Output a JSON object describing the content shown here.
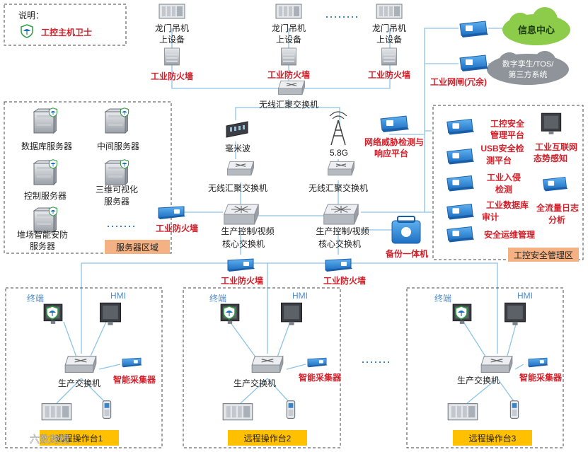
{
  "legend": {
    "title": "说明：",
    "item": "工控主机卫士"
  },
  "cranes": [
    {
      "line1": "龙门吊机",
      "line2": "上设备",
      "firewall": "工业防火墙"
    },
    {
      "line1": "龙门吊机",
      "line2": "上设备",
      "firewall": "工业防火墙"
    },
    {
      "line1": "龙门吊机",
      "line2": "上设备",
      "firewall": "工业防火墙"
    }
  ],
  "top_switch": "无线汇聚交换机",
  "info_center": "信息中心",
  "third_party": {
    "line1": "数字孪生/TOS/",
    "line2": "第三方系统"
  },
  "gateway": "工业网闸(冗余)",
  "servers": {
    "items": [
      {
        "line1": "数据库服务器",
        "line2": ""
      },
      {
        "line1": "中间服务器",
        "line2": ""
      },
      {
        "line1": "控制服务器",
        "line2": ""
      },
      {
        "line1": "三维可视化",
        "line2": "服务器"
      },
      {
        "line1": "堆场智能安防",
        "line2": "服务器"
      }
    ],
    "zone_label": "服务器区域"
  },
  "wireless": {
    "mmwave": "毫米波",
    "g58": "5.8G",
    "agg_left": "无线汇聚交换机",
    "agg_right": "无线汇聚交换机"
  },
  "threat": {
    "line1": "网络威胁检测与",
    "line2": "响应平台"
  },
  "security_zone": {
    "items": [
      {
        "line1": "工控安全",
        "line2": "管理平台"
      },
      {
        "line1": "工业互联网",
        "line2": "态势感知"
      },
      {
        "line1": "USB安全检",
        "line2": "测平台"
      },
      {
        "line1": "工业入侵",
        "line2": "检测"
      },
      {
        "line1": "工业数据库",
        "line2": "审计"
      },
      {
        "line1": "全流量日志",
        "line2": "分析"
      },
      {
        "line1": "安全运维管理",
        "line2": ""
      }
    ],
    "zone_label": "工控安全管理区"
  },
  "core": {
    "left": {
      "line1": "生产控制/视频",
      "line2": "核心交换机"
    },
    "right": {
      "line1": "生产控制/视频",
      "line2": "核心交换机"
    },
    "firewall_left": "工业防火墙",
    "firewall_mid_left": "工业防火墙",
    "firewall_mid_right": "工业防火墙",
    "backup": "备份一体机"
  },
  "stations": [
    {
      "terminal": "终端",
      "hmi": "HMI",
      "switch": "生产交换机",
      "collector": "智能采集器",
      "label": "远程操作台1"
    },
    {
      "terminal": "终端",
      "hmi": "HMI",
      "switch": "生产交换机",
      "collector": "智能采集器",
      "label": "远程操作台2"
    },
    {
      "terminal": "终端",
      "hmi": "HMI",
      "switch": "生产交换机",
      "collector": "智能采集器",
      "label": "远程操作台3"
    }
  ],
  "watermark": "六数跨境",
  "colors": {
    "accent": "#d2202a",
    "line": "#8cc4e6",
    "device_blue": "#2f86d6",
    "zone_label_bg": "#f4b183",
    "station_label_bg": "#ffc000"
  }
}
